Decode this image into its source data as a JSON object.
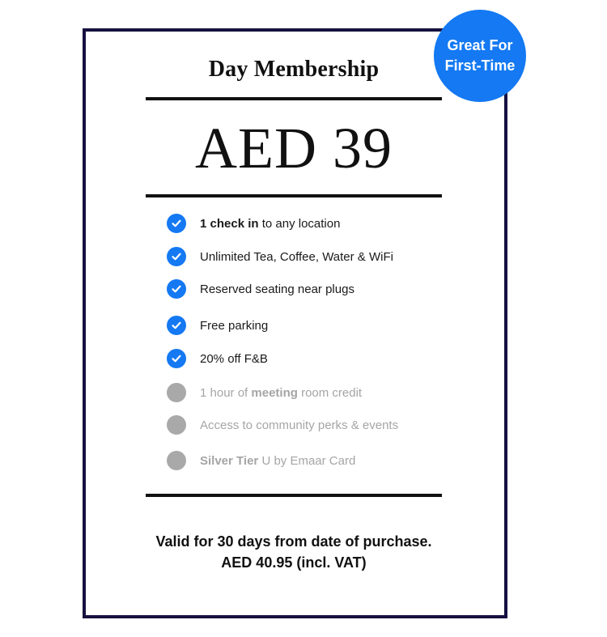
{
  "badge": {
    "line1": "Great For",
    "line2": "First-Time",
    "color": "#1479f2"
  },
  "plan": {
    "title": "Day Membership",
    "price": "AED 39"
  },
  "features": [
    {
      "icon": "check-circle-icon",
      "included": true,
      "bold": "1 check in",
      "rest": " to any location"
    },
    {
      "icon": "check-circle-icon",
      "included": true,
      "pre": "Unlimited Tea, Coffee, Water & WiFi"
    },
    {
      "icon": "check-circle-icon",
      "included": true,
      "pre": "Reserved seating near plugs"
    },
    {
      "icon": "check-circle-icon",
      "included": true,
      "pre": "Free parking"
    },
    {
      "icon": "check-circle-icon",
      "included": true,
      "pre": "20% off F&B"
    },
    {
      "icon": "dot-circle-icon",
      "included": false,
      "pre": "1 hour of ",
      "bold": "meeting",
      "rest": " room credit"
    },
    {
      "icon": "dot-circle-icon",
      "included": false,
      "pre": "Access to community perks & events"
    },
    {
      "icon": "dot-circle-icon",
      "included": false,
      "bold": "Silver Tier",
      "rest": " U by Emaar Card"
    }
  ],
  "footer": {
    "validity": "Valid for 30 days from date of purchase.",
    "vat_price": "AED 40.95 (incl. VAT)"
  },
  "colors": {
    "accent": "#1479f2",
    "border": "#16113f",
    "disabled": "#a9a9a9"
  }
}
